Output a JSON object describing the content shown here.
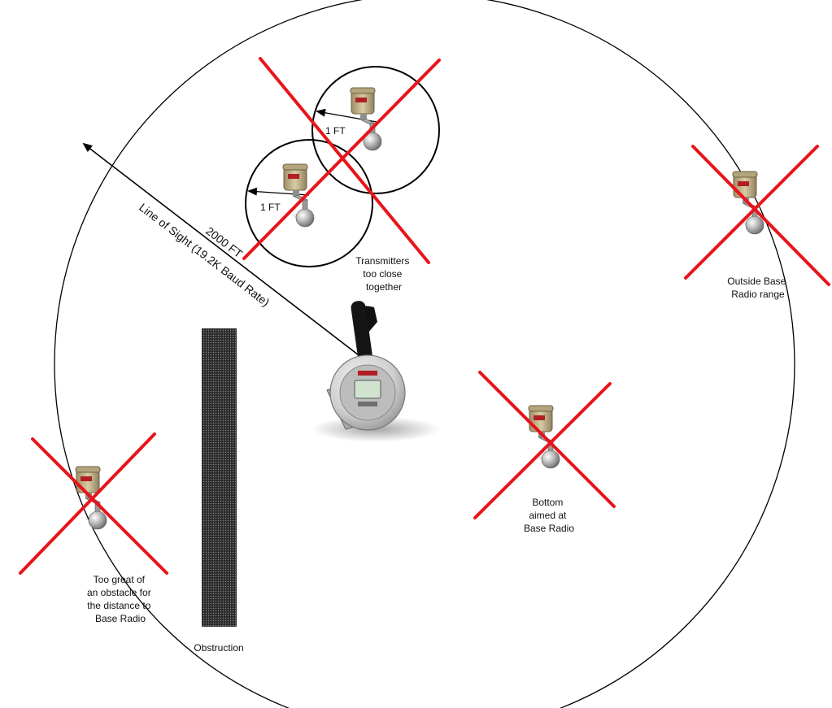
{
  "labels": {
    "line_of_sight_distance": "2000 FT",
    "line_of_sight_rate": "Line of Sight (19.2K Baud Rate)",
    "spacing_upper": "1 FT",
    "spacing_lower": "1 FT",
    "too_close": [
      "Transmitters",
      "too close",
      "together"
    ],
    "outside_range": [
      "Outside Base",
      "Radio range"
    ],
    "bottom_aimed": [
      "Bottom",
      "aimed at",
      "Base Radio"
    ],
    "too_great_obstacle": [
      "Too great of",
      "an obstacle for",
      "the distance to",
      "Base Radio"
    ],
    "obstruction": "Obstruction"
  },
  "colors": {
    "range_circle": "#000000",
    "x_mark": "#e8141b",
    "obstruction": "#1e1e1e",
    "transmitter_housing": "#c4b48c",
    "base_radio": "#d8d8d8"
  },
  "icons": {
    "base_radio": "base-radio-icon",
    "transmitter": "transmitter-icon"
  }
}
